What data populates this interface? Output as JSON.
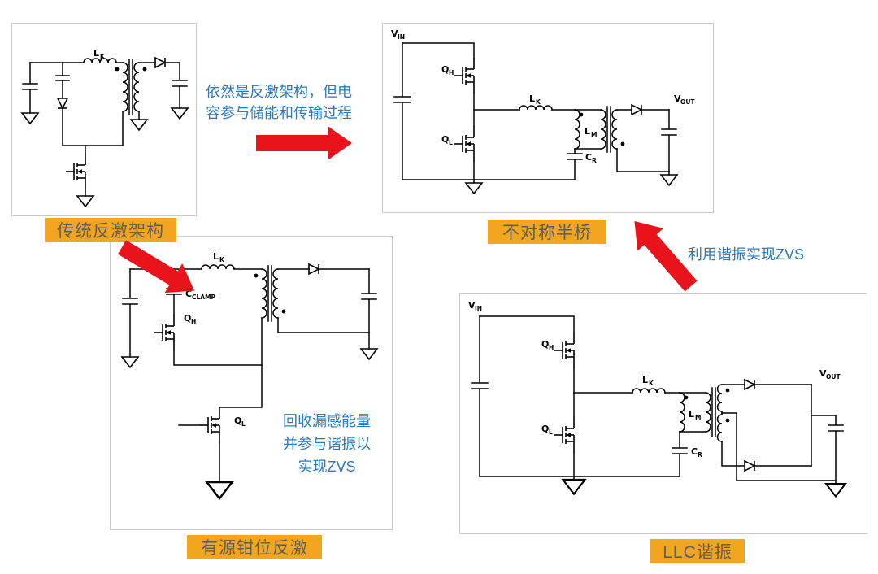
{
  "badges": {
    "flyback": "传统反激架构",
    "half_bridge": "不对称半桥",
    "active_clamp": "有源钳位反激",
    "llc": "LLC谐振"
  },
  "annotations": {
    "flyback_to_ahb": "依然是反激架构，但电容参与储能和传输过程",
    "llc_to_ahb": "利用谐振实现ZVS",
    "active_clamp_note": "回收漏感能量\n并参与谐振以\n实现ZVS"
  },
  "labels": {
    "vin_main": "V",
    "vin_sub": "IN",
    "vout_main": "V",
    "vout_sub": "OUT",
    "qh_main": "Q",
    "qh_sub": "H",
    "ql_main": "Q",
    "ql_sub": "L",
    "lk_main": "L",
    "lk_sub": "K",
    "lm_main": "L",
    "lm_sub": "M",
    "cr_main": "C",
    "cr_sub": "R",
    "cclamp_main": "C",
    "cclamp_sub": "CLAMP"
  },
  "colors": {
    "badge_bg": "#F2A51F",
    "badge_text": "#5E5E56",
    "annotation_blue": "#2A7ABF",
    "arrow_red": "#E8131B",
    "circuit_stroke": "#000000"
  }
}
